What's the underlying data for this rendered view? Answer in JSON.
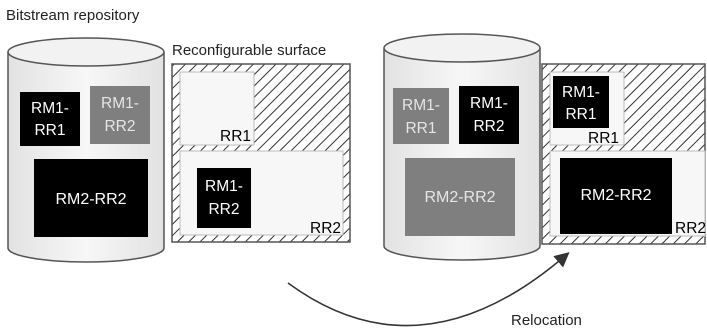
{
  "labels": {
    "repository": "Bitstream repository",
    "surface": "Reconfigurable surface",
    "relocation": "Relocation"
  },
  "regions": {
    "rr1": "RR1",
    "rr2": "RR2"
  },
  "left_repository": {
    "rm1_rr1": [
      "RM1-",
      "RR1"
    ],
    "rm1_rr2": [
      "RM1-",
      "RR2"
    ],
    "rm2_rr2": "RM2-RR2"
  },
  "left_surface": {
    "rm1_rr2": [
      "RM1-",
      "RR2"
    ]
  },
  "right_repository": {
    "rm1_rr1": [
      "RM1-",
      "RR1"
    ],
    "rm1_rr2": [
      "RM1-",
      "RR2"
    ],
    "rm2_rr2": "RM2-RR2"
  },
  "right_surface": {
    "rm1_rr1": [
      "RM1-",
      "RR1"
    ],
    "rm2_rr2": "RM2-RR2"
  },
  "colors": {
    "black_module": "#000000",
    "gray_module": "#7f7f7f",
    "light_text": "#e6e6e6",
    "cylinder_fill": "#f2f2f2",
    "outline": "#555555"
  }
}
